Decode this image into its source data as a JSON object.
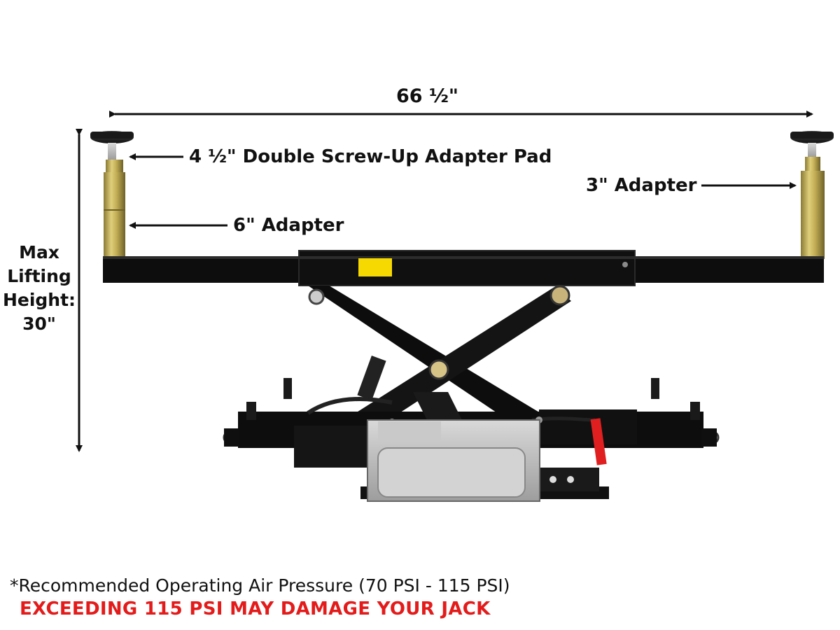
{
  "dimensions": {
    "width_label": "66 ½\"",
    "height_label_lines": [
      "Max",
      "Lifting",
      "Height:",
      "30\""
    ]
  },
  "callouts": {
    "pad": "4 ½\" Double Screw-Up Adapter Pad",
    "adapter_3in": "3\" Adapter",
    "adapter_6in": "6\" Adapter"
  },
  "notes": {
    "recommended": "*Recommended Operating Air Pressure (70 PSI - 115 PSI)",
    "warning": "EXCEEDING 115 PSI MAY DAMAGE YOUR JACK"
  },
  "colors": {
    "frame": "#0d0d0d",
    "adapter": "#b8a24a",
    "label_plate": "#f6d900",
    "strap": "#e02020",
    "pump": "#b9b9b9",
    "warning_text": "#e31b1b"
  }
}
